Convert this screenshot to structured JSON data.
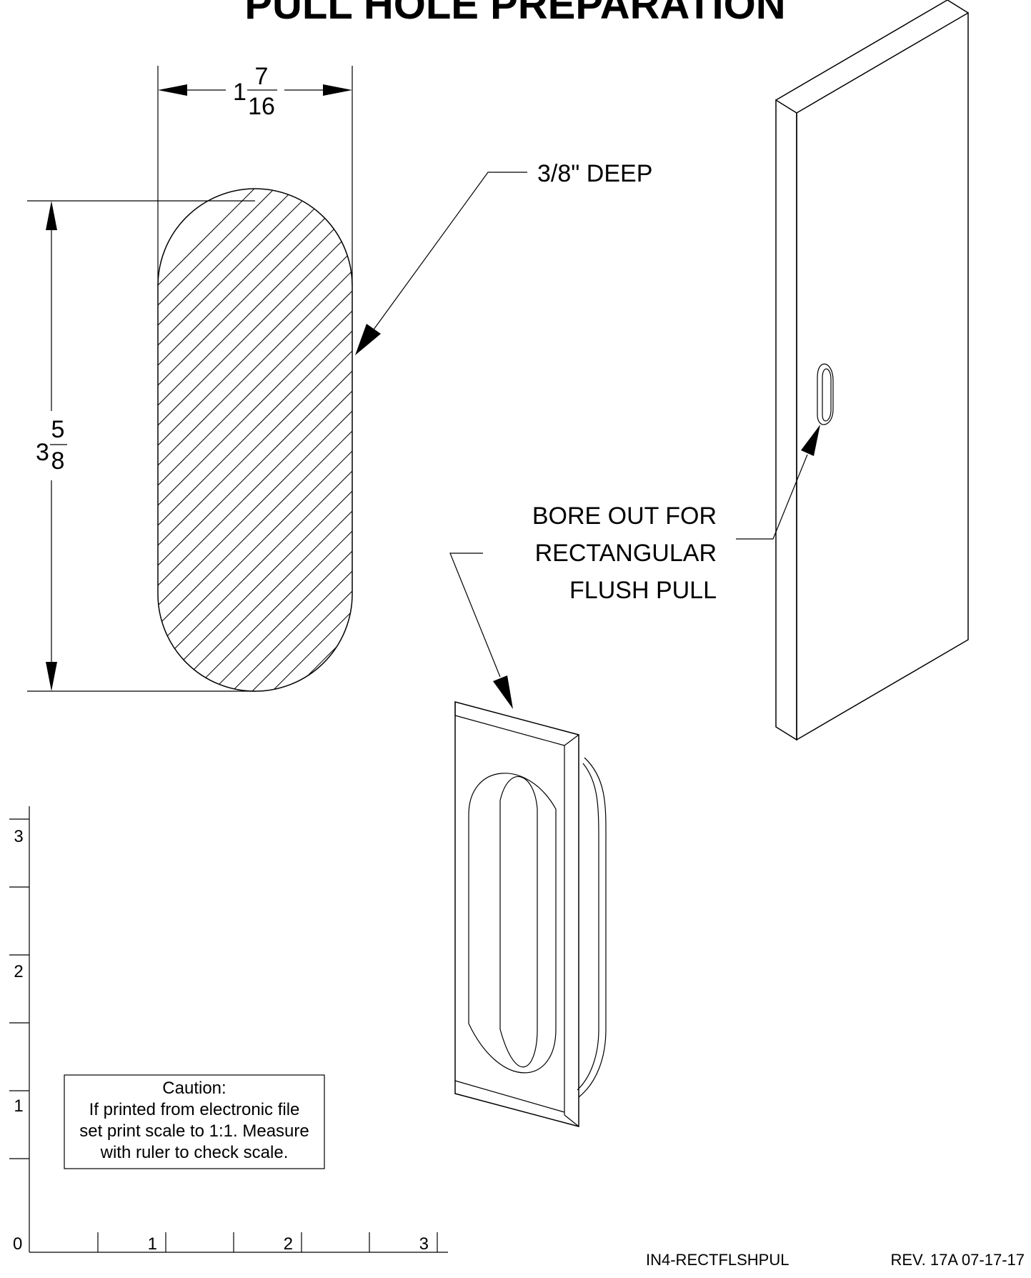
{
  "title": "PULL HOLE PREPARATION",
  "dimensions": {
    "width": {
      "whole": "1",
      "numerator": "7",
      "denominator": "16"
    },
    "height": {
      "whole": "3",
      "numerator": "5",
      "denominator": "8"
    }
  },
  "callouts": {
    "depth": "3/8\" DEEP",
    "bore_line1": "BORE OUT FOR",
    "bore_line2": "RECTANGULAR",
    "bore_line3": "FLUSH PULL"
  },
  "ruler": {
    "vertical_labels": [
      "3",
      "2",
      "1"
    ],
    "horizontal_labels": [
      "0",
      "1",
      "2",
      "3"
    ]
  },
  "caution": {
    "line1": "Caution:",
    "line2": "If printed from electronic file",
    "line3": "set print scale to 1:1. Measure",
    "line4": "with ruler to check scale."
  },
  "footer": {
    "part_number": "IN4-RECTFLSHPUL",
    "revision": "REV. 17A 07-17-17"
  }
}
